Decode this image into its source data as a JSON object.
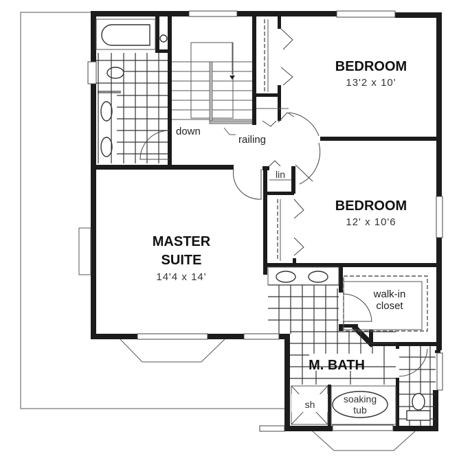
{
  "plan": {
    "type": "floor plan",
    "rooms": [
      {
        "id": "bedroom-1",
        "name": "BEDROOM",
        "dimensions": "13'2 x 10'"
      },
      {
        "id": "bedroom-2",
        "name": "BEDROOM",
        "dimensions": "12' x 10'6"
      },
      {
        "id": "master-suite",
        "name_line1": "MASTER",
        "name_line2": "SUITE",
        "dimensions": "14'4 x 14'"
      },
      {
        "id": "master-bath",
        "name": "M. BATH"
      }
    ],
    "labels": {
      "down": "down",
      "railing": "railing",
      "linen": "lin",
      "walk_in_line1": "walk-in",
      "walk_in_line2": "closet",
      "shower": "sh",
      "tub_line1": "soaking",
      "tub_line2": "tub"
    },
    "colors": {
      "wall": "#1c1c1c",
      "background": "#ffffff",
      "outline": "#555555"
    }
  }
}
